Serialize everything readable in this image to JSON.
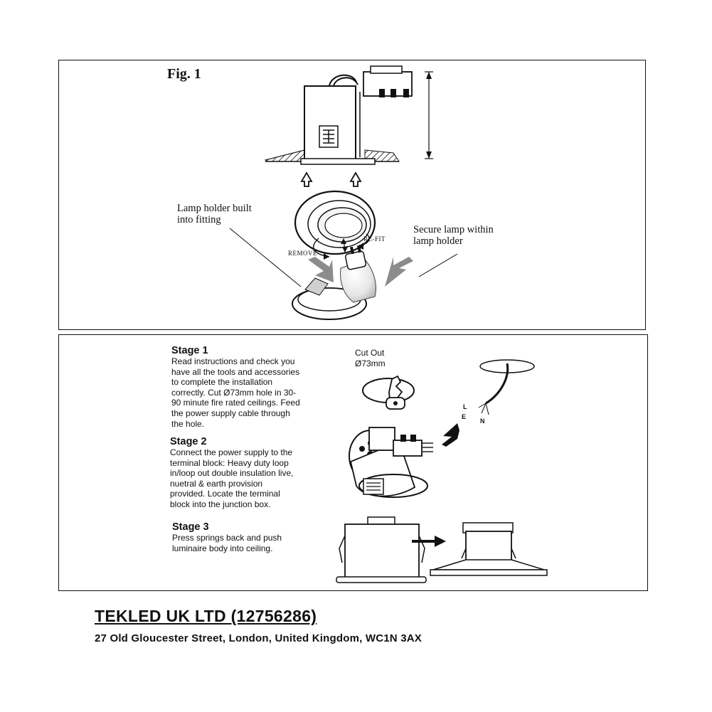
{
  "figure": {
    "title": "Fig. 1",
    "lamp_holder_label": "Lamp holder built\ninto fitting",
    "secure_lamp_label": "Secure lamp within\nlamp holder",
    "remove_label": "REMOVE",
    "refit_label": "RE-FIT"
  },
  "stages": {
    "cutout_label": "Cut Out\nØ73mm",
    "wire_labels": {
      "live": "L",
      "earth": "E",
      "neutral": "N"
    },
    "items": [
      {
        "title": "Stage 1",
        "text": "Read instructions and check you\nhave all the tools and accessories\nto complete the installation\ncorrectly. Cut Ø73mm hole in 30-\n90 minute fire rated ceilings. Feed\nthe  power supply cable through\nthe hole."
      },
      {
        "title": "Stage 2",
        "text": "Connect the power supply to the\nterminal block: Heavy duty loop\nin/loop out double insulation live,\nnuetral & earth provision\nprovided. Locate the terminal\nblock into the junction box."
      },
      {
        "title": "Stage 3",
        "text": "Press springs back and push\nluminaire body into ceiling."
      }
    ]
  },
  "footer": {
    "company": "TEKLED UK LTD (12756286)",
    "address": "27 Old Gloucester Street, London, United Kingdom, WC1N 3AX"
  }
}
